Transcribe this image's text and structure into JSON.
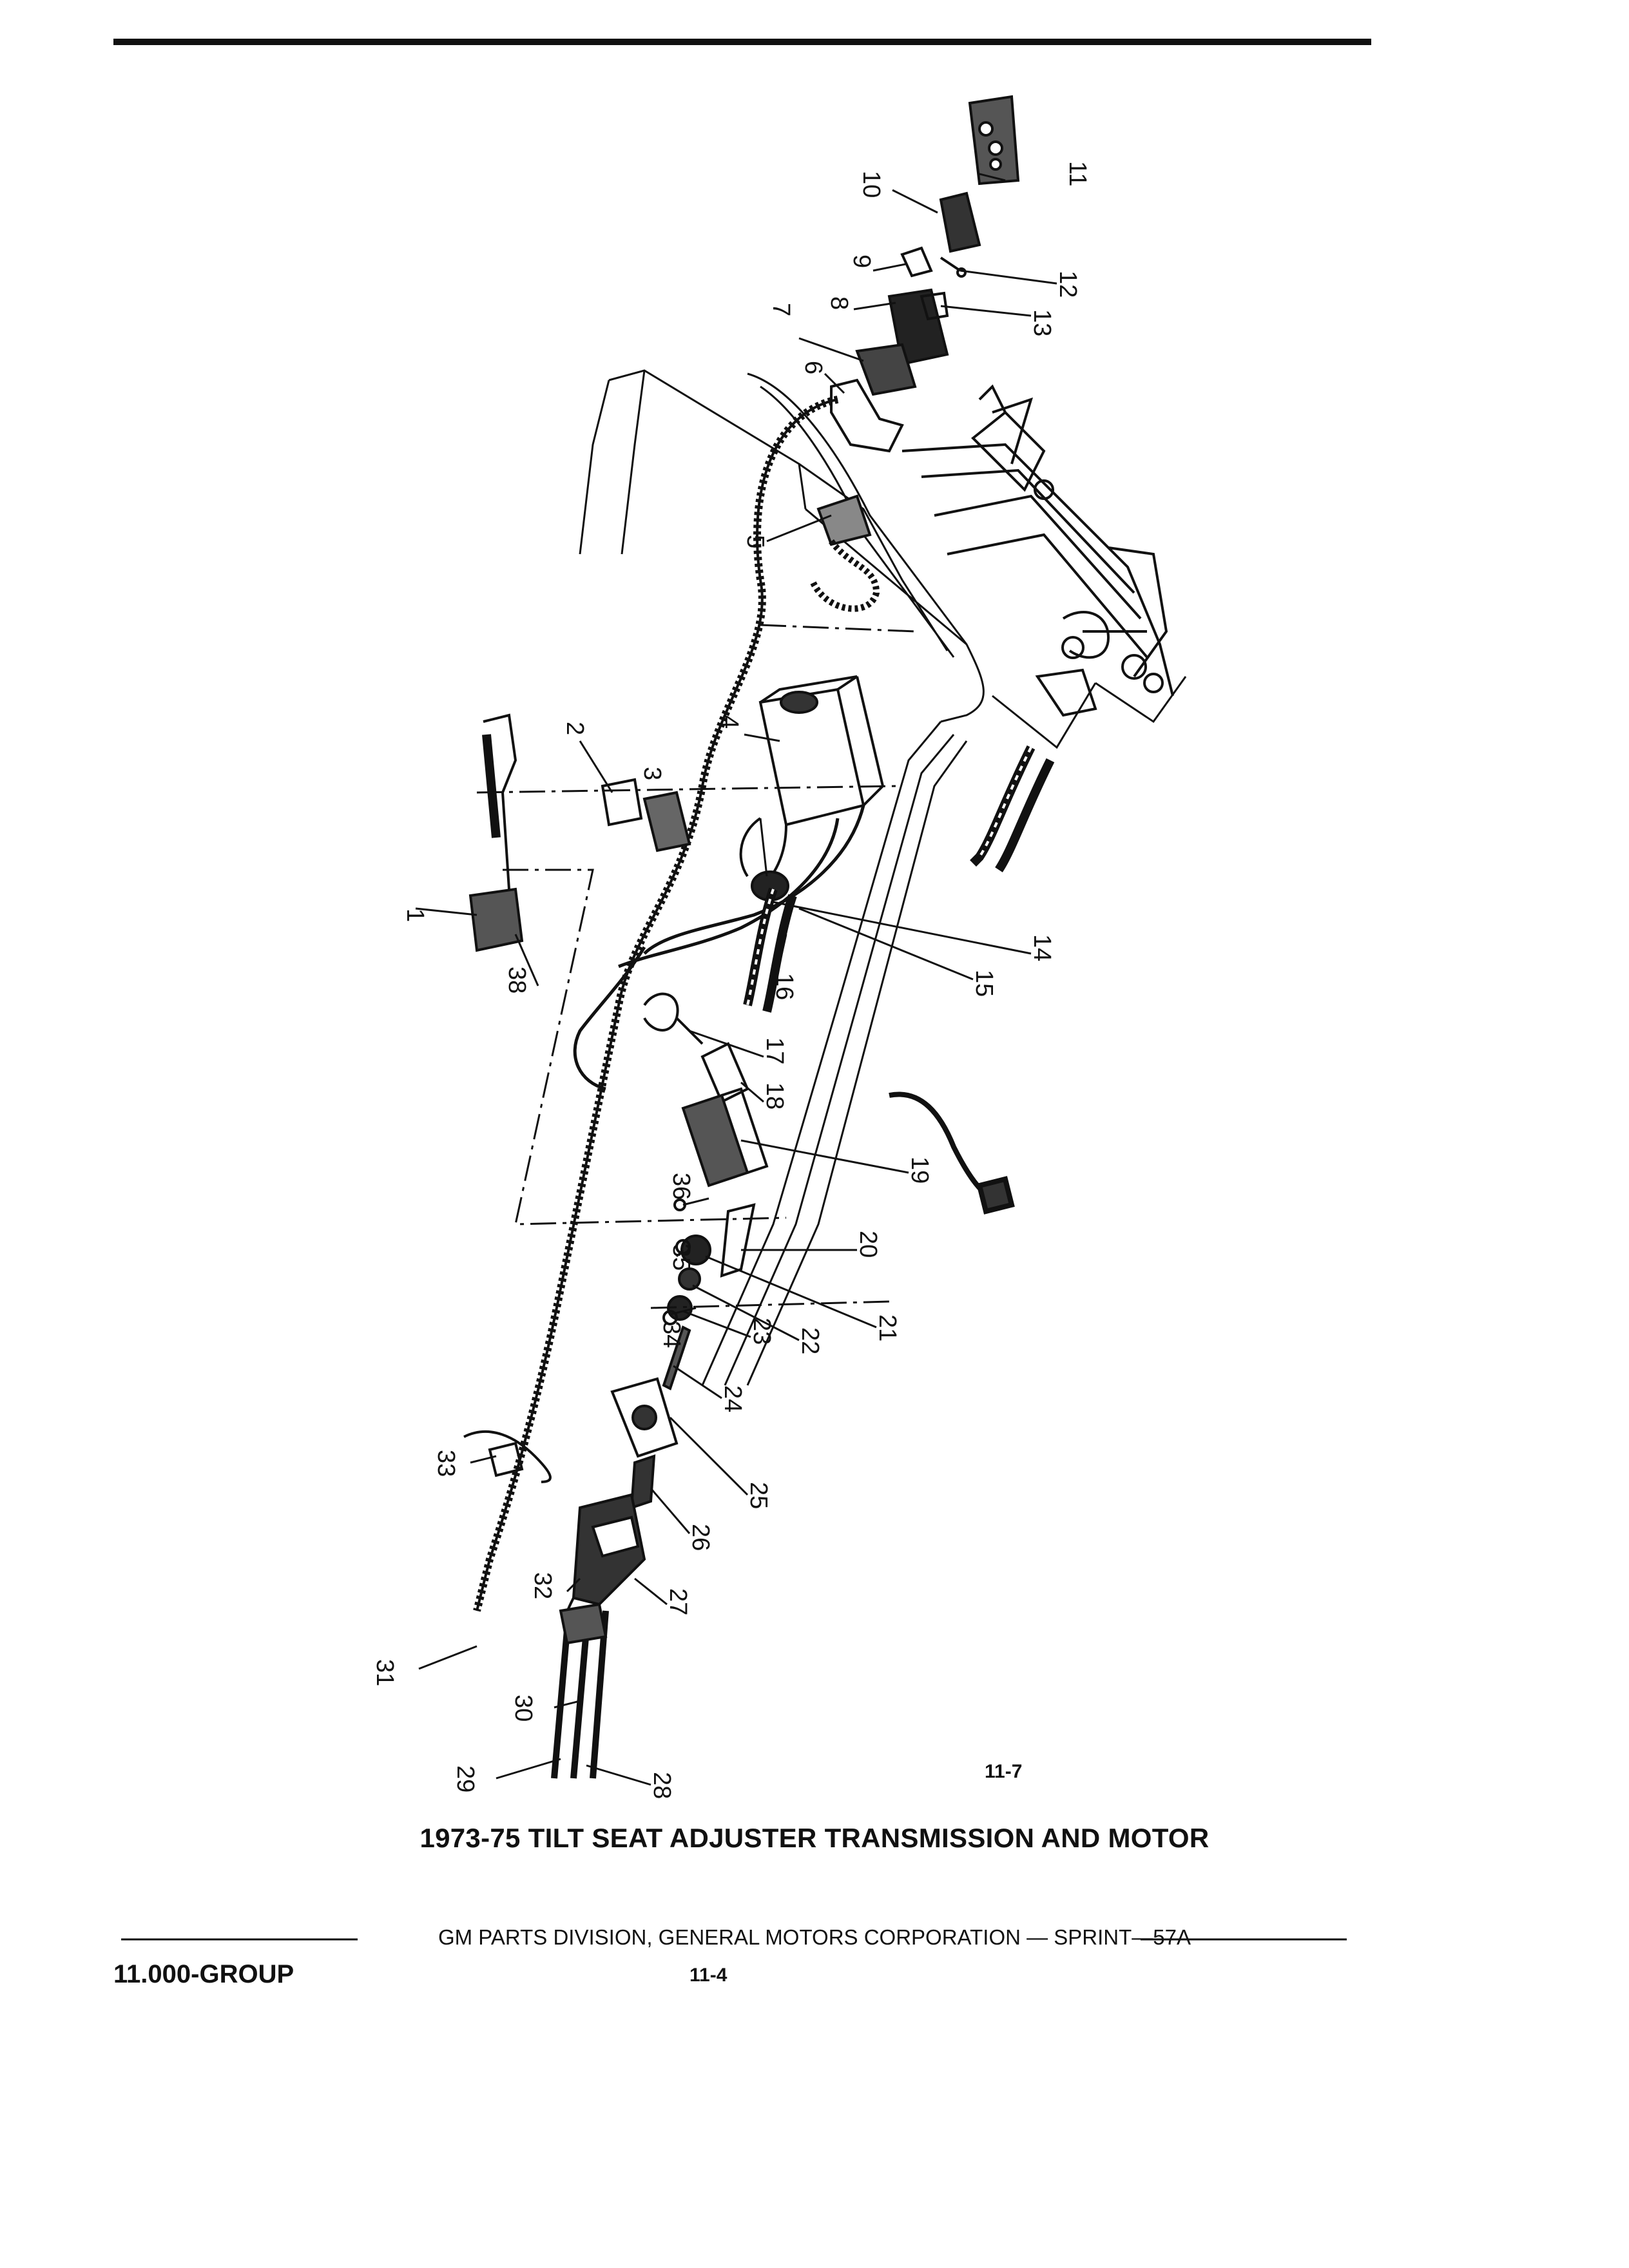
{
  "figure": {
    "number": "11-7",
    "caption": "1973-75 TILT SEAT ADJUSTER TRANSMISSION AND MOTOR"
  },
  "callouts": [
    "1",
    "2",
    "3",
    "4",
    "5",
    "6",
    "7",
    "8",
    "9",
    "10",
    "11",
    "12",
    "13",
    "14",
    "15",
    "16",
    "17",
    "18",
    "19",
    "20",
    "21",
    "22",
    "23",
    "24",
    "25",
    "26",
    "27",
    "28",
    "29",
    "30",
    "31",
    "32",
    "33",
    "34",
    "35",
    "36",
    "38"
  ],
  "footer": {
    "publisher_line": "GM PARTS DIVISION, GENERAL MOTORS CORPORATION — SPRINT—57A",
    "group": "11.000-GROUP",
    "page": "11-4"
  },
  "colors": {
    "ink": "#111111",
    "paper": "#ffffff"
  }
}
